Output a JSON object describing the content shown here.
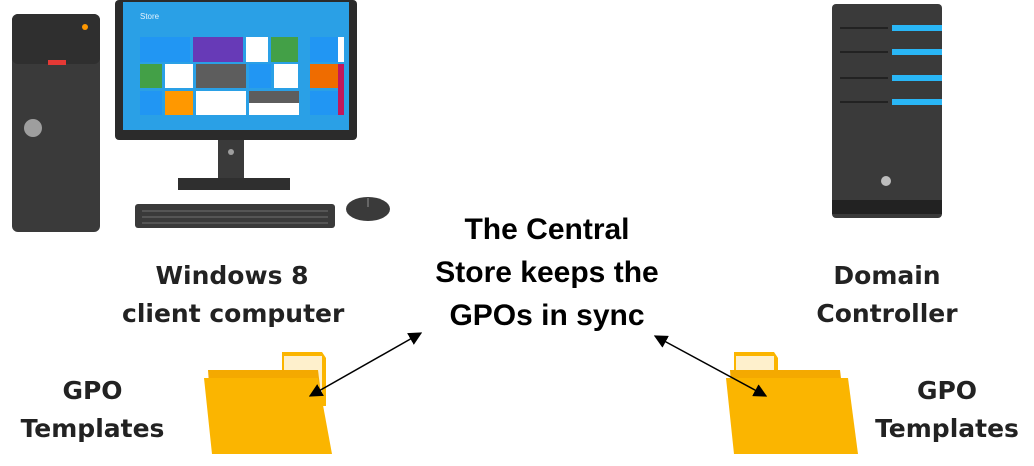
{
  "client": {
    "label_line1": "Windows 8",
    "label_line2": "client computer",
    "screen_tag": "Store"
  },
  "server": {
    "label_line1": "Domain",
    "label_line2": "Controller"
  },
  "center": {
    "line1": "The Central",
    "line2": "Store keeps the",
    "line3": "GPOs in sync"
  },
  "left_folder": {
    "label_line1": "GPO",
    "label_line2": "Templates"
  },
  "right_folder": {
    "label_line1": "GPO",
    "label_line2": "Templates"
  },
  "colors": {
    "screen_blue": "#2aa0e6",
    "tower_dark": "#3a3a3a",
    "folder_yellow": "#fbb500",
    "server_accent": "#29b6f6"
  }
}
